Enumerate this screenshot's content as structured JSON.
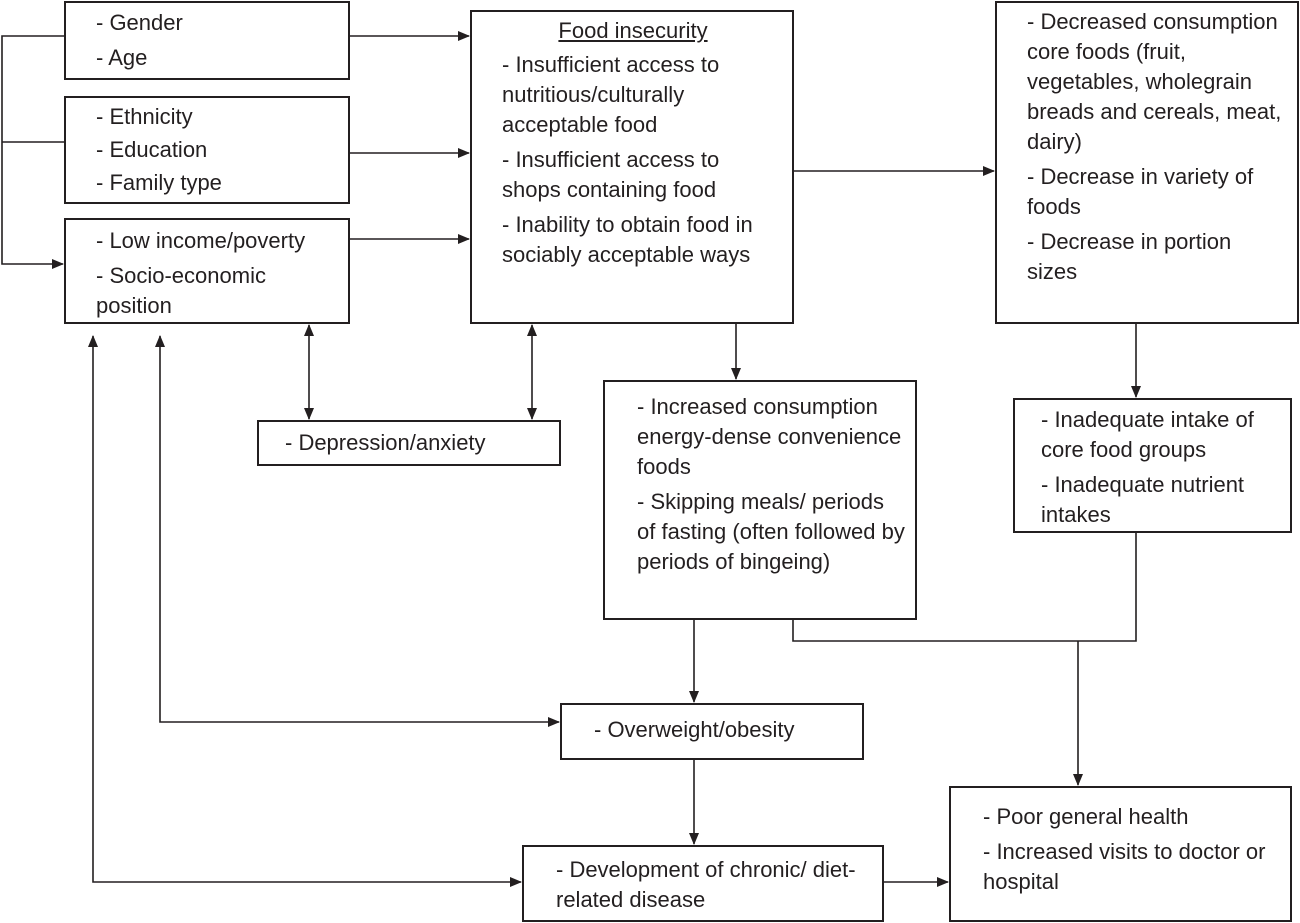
{
  "colors": {
    "line": "#231f20",
    "background": "#ffffff"
  },
  "boxes": {
    "demographics": {
      "items": [
        "- Gender",
        "- Age"
      ]
    },
    "social": {
      "items": [
        "- Ethnicity",
        "- Education",
        "- Family type"
      ]
    },
    "income": {
      "items": [
        "- Low income/poverty",
        "- Socio-economic position"
      ]
    },
    "food_insecurity": {
      "title": "Food insecurity",
      "items": [
        "- Insufficient access to nutritious/culturally acceptable food",
        "- Insufficient access to shops containing food",
        "- Inability to obtain food in sociably acceptable ways"
      ]
    },
    "decreased_consumption": {
      "items": [
        "- Decreased consumption core foods (fruit, vegetables, wholegrain breads and cereals, meat, dairy)",
        "- Decrease in variety of foods",
        "- Decrease in portion sizes"
      ]
    },
    "depression": {
      "items": [
        "- Depression/anxiety"
      ]
    },
    "increased_consumption": {
      "items": [
        "- Increased consumption energy-dense convenience foods",
        "- Skipping meals/ periods of fasting (often followed by periods of bingeing)"
      ]
    },
    "inadequate_intake": {
      "items": [
        "- Inadequate intake of core food groups",
        "- Inadequate nutrient intakes"
      ]
    },
    "overweight": {
      "items": [
        "- Overweight/obesity"
      ]
    },
    "chronic_disease": {
      "items": [
        "- Development of chronic/ diet-related disease"
      ]
    },
    "poor_health": {
      "items": [
        "- Poor general health",
        "- Increased visits to doctor or hospital"
      ]
    }
  }
}
